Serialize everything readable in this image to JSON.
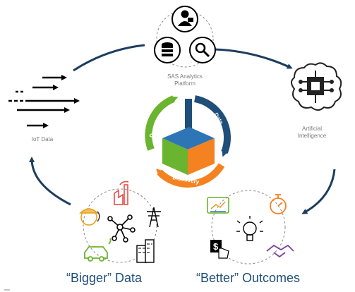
{
  "labels": {
    "sas_platform_line1": "SAS Analytics",
    "sas_platform_line2": "Platform",
    "iot_data": "IoT Data",
    "ai_line1": "Artificial",
    "ai_line2": "Intelligence",
    "bigger_data": "“Bigger” Data",
    "better_outcomes": "“Better” Outcomes"
  },
  "cycle": {
    "data": "Data",
    "discovery": "Discovery",
    "deployment": "Deployment"
  },
  "colors": {
    "navy": "#1f4e79",
    "arrow_dark": "#1c3e5e",
    "green": "#6ab42f",
    "orange": "#f58220",
    "blue_cube": "#2e75b6",
    "gray_cube": "#b7b7b7",
    "red_icon": "#e8413c",
    "purple_icon": "#7e3f98",
    "label_gray": "#7a7a7a"
  },
  "icons": [
    "person-icon",
    "database-icon",
    "magnifier-icon",
    "iot-arrows-icon",
    "brain-chip-icon",
    "factory-icon",
    "worker-icon",
    "network-icon",
    "power-tower-icon",
    "car-icon",
    "building-icon",
    "dashboard-icon",
    "stopwatch-icon",
    "lightbulb-icon",
    "dollar-touch-icon",
    "handshake-icon"
  ]
}
